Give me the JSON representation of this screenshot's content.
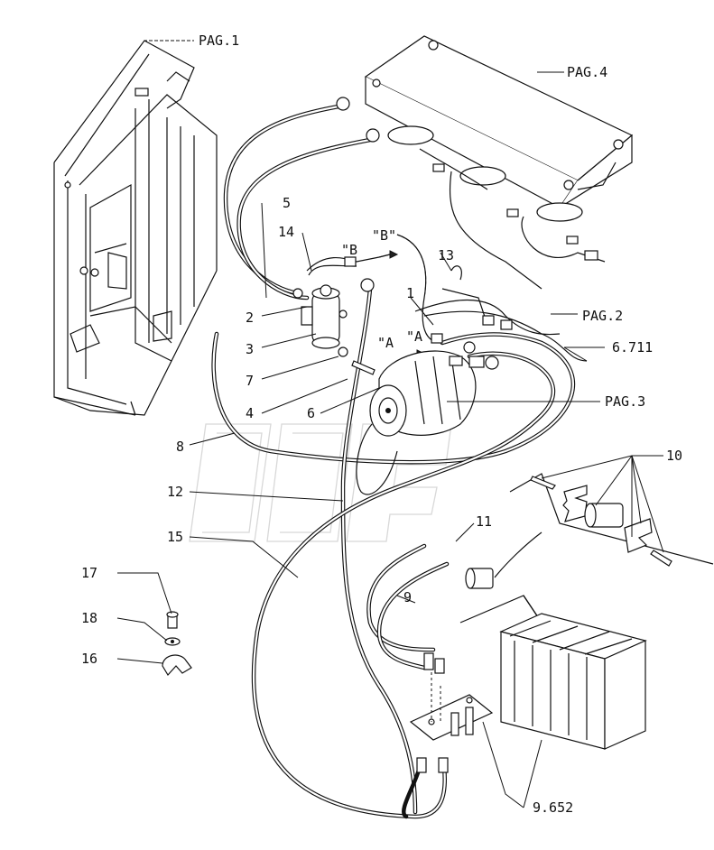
{
  "references": {
    "pag1": "PAG.1",
    "pag4": "PAG.4",
    "pag2": "PAG.2",
    "pag3": "PAG.3",
    "ref6711": "6.711",
    "ref9652": "9.652"
  },
  "callouts": {
    "c1": "1",
    "c2": "2",
    "c3": "3",
    "c4": "4",
    "c5": "5",
    "c6": "6",
    "c7": "7",
    "c8": "8",
    "c9": "9",
    "c10": "10",
    "c11": "11",
    "c12": "12",
    "c13": "13",
    "c14": "14",
    "c15": "15",
    "c16": "16",
    "c17": "17",
    "c18": "18"
  },
  "section_marks": {
    "b_left": "\"B",
    "b_right": "\"B\"",
    "a_left": "\"A",
    "a_right": "\"A"
  }
}
